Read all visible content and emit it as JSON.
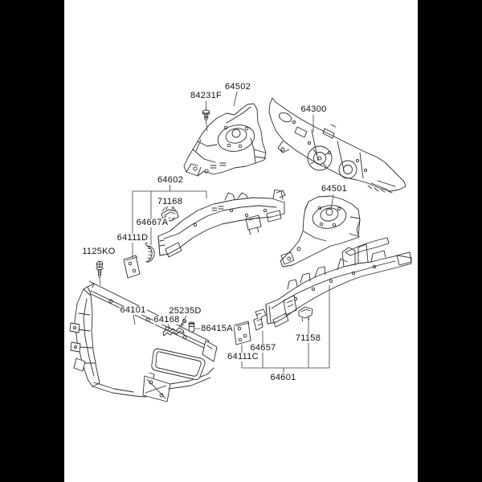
{
  "figure": {
    "type": "exploded-parts-diagram",
    "colors": {
      "background": "#000000",
      "page": "#ffffff",
      "line": "#2b2b2b",
      "text": "#111111"
    }
  },
  "parts": [
    {
      "id": "bolt-84231F",
      "number": "84231F"
    },
    {
      "id": "apron-left-64502",
      "number": "64502"
    },
    {
      "id": "dash-panel-64300",
      "number": "64300"
    },
    {
      "id": "rail-left-64602",
      "number": "64602"
    },
    {
      "id": "clamp-71168",
      "number": "71168"
    },
    {
      "id": "hook-64667A",
      "number": "64667A"
    },
    {
      "id": "plate-64111D",
      "number": "64111D"
    },
    {
      "id": "bolt-1125KO",
      "number": "1125KO"
    },
    {
      "id": "apron-right-64501",
      "number": "64501"
    },
    {
      "id": "radiator-support-64101",
      "number": "64101"
    },
    {
      "id": "screw-25235D",
      "number": "25235D"
    },
    {
      "id": "strip-64168",
      "number": "64168"
    },
    {
      "id": "grommet-86415A",
      "number": "86415A"
    },
    {
      "id": "bracket-64657",
      "number": "64657"
    },
    {
      "id": "plate-64111C",
      "number": "64111C"
    },
    {
      "id": "clamp-71158",
      "number": "71158"
    },
    {
      "id": "rail-right-64601",
      "number": "64601"
    }
  ]
}
